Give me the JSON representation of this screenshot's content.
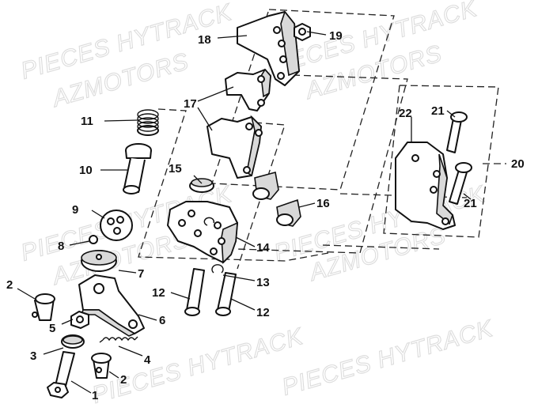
{
  "watermark": {
    "line1": "PIECES HYTRACK",
    "line2": "AZMOTORS"
  },
  "callouts": {
    "c1": "1",
    "c2a": "2",
    "c2b": "2",
    "c3": "3",
    "c4": "4",
    "c5": "5",
    "c6": "6",
    "c7": "7",
    "c8": "8",
    "c9": "9",
    "c10": "10",
    "c11": "11",
    "c12a": "12",
    "c12b": "12",
    "c13": "13",
    "c14": "14",
    "c15": "15",
    "c16": "16",
    "c17": "17",
    "c18": "18",
    "c19": "19",
    "c20": "20",
    "c21a": "21",
    "c21b": "21",
    "c22": "22"
  }
}
